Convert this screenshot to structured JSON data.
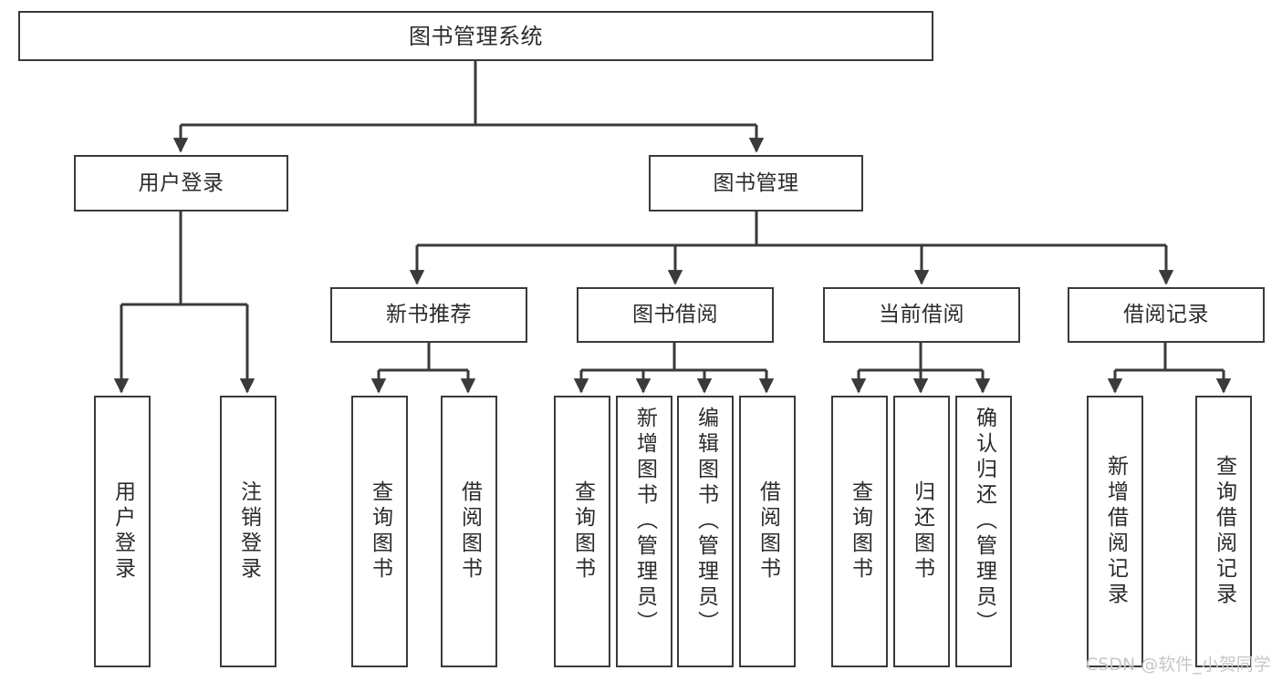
{
  "diagram": {
    "type": "tree",
    "title": "图书管理系统",
    "colors": {
      "box_border": "#3a3a3a",
      "box_fill": "#ffffff",
      "connector": "#3a3a3a",
      "text": "#2b2b2b",
      "watermark": "#c7c7c7",
      "background": "#ffffff"
    },
    "watermark": "CSDN @软件_小贺同学",
    "nodes": {
      "root": {
        "label": "图书管理系统"
      },
      "level1": [
        {
          "label": "用户登录"
        },
        {
          "label": "图书管理"
        }
      ],
      "level2": [
        {
          "label": "新书推荐"
        },
        {
          "label": "图书借阅"
        },
        {
          "label": "当前借阅"
        },
        {
          "label": "借阅记录"
        }
      ],
      "leaves_user_login": [
        {
          "label": "用户登录"
        },
        {
          "label": "注销登录"
        }
      ],
      "leaves_new_book": [
        {
          "label": "查询图书"
        },
        {
          "label": "借阅图书"
        }
      ],
      "leaves_borrow": [
        {
          "label": "查询图书"
        },
        {
          "label": "新增图书（管理员）"
        },
        {
          "label": "编辑图书（管理员）"
        },
        {
          "label": "借阅图书"
        }
      ],
      "leaves_current": [
        {
          "label": "查询图书"
        },
        {
          "label": "归还图书"
        },
        {
          "label": "确认归还（管理员）"
        }
      ],
      "leaves_records": [
        {
          "label": "新增借阅记录"
        },
        {
          "label": "查询借阅记录"
        }
      ]
    }
  }
}
